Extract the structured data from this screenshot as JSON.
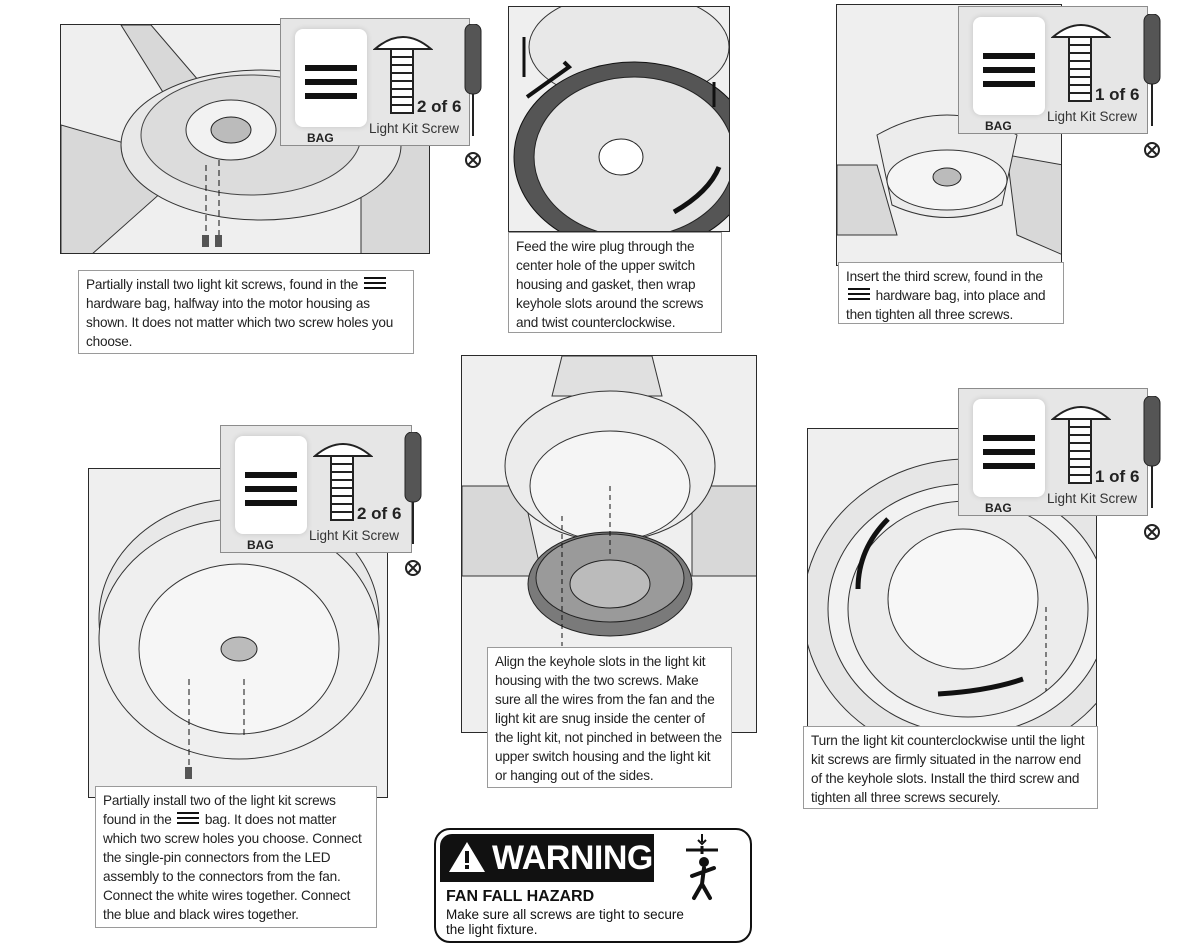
{
  "steps": [
    {
      "caption_before": "Partially install two light kit screws, found in the",
      "caption_after": "hardware bag, halfway into the motor housing as shown. It does not matter which two screw holes you choose."
    },
    {
      "caption": "Feed the wire plug through the center hole of the upper switch housing and gasket, then wrap keyhole slots around the screws and twist counterclockwise."
    },
    {
      "caption_before": "Insert the third screw, found in the",
      "caption_after": "hardware bag, into place and then tighten all three screws."
    },
    {
      "caption_before": "Partially install two of the light kit screws found in the",
      "caption_after": "bag. It does not matter which two screw holes you choose. Connect the single-pin connectors from the LED assembly to the connectors from the fan. Connect the white wires together. Connect the blue and black wires together."
    },
    {
      "caption": "Align the keyhole slots in the light kit housing with the two screws. Make sure all the wires from the fan and the light kit are snug inside the center of the light kit, not pinched in between the upper switch housing and the light kit or hanging out of the sides."
    },
    {
      "caption": "Turn the light kit counterclockwise until the light kit screws are firmly situated in the narrow end of the keyhole slots. Install the third screw and tighten all three screws securely."
    }
  ],
  "hardware_cards": [
    {
      "bag_label": "BAG",
      "count": "2 of 6",
      "part": "Light Kit Screw"
    },
    {
      "bag_label": "BAG",
      "count": "1 of 6",
      "part": "Light Kit Screw"
    },
    {
      "bag_label": "BAG",
      "count": "2 of 6",
      "part": "Light Kit Screw"
    },
    {
      "bag_label": "BAG",
      "count": "1 of 6",
      "part": "Light Kit Screw"
    }
  ],
  "warning": {
    "heading": "WARNING",
    "title": "FAN FALL HAZARD",
    "line1": "Make sure all screws are tight to secure",
    "line2": "the light fixture."
  },
  "colors": {
    "panel_bg": "#efefef",
    "line": "#2a2a2a",
    "dark": "#111111"
  },
  "icons": [
    "hardware-bag-icon",
    "screw-icon",
    "screwdriver-icon",
    "phillips-tip-icon",
    "warning-triangle-icon",
    "falling-person-icon"
  ]
}
